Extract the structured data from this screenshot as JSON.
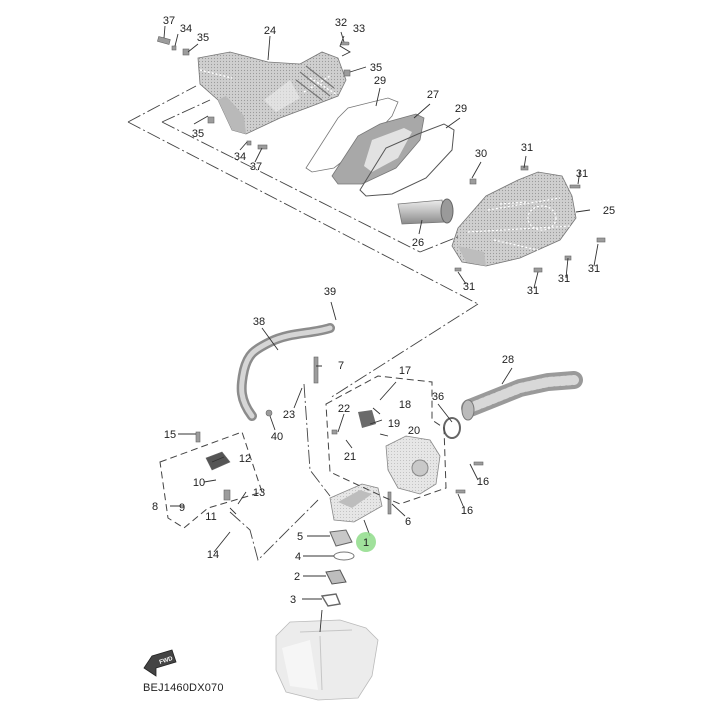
{
  "diagram": {
    "title": "Intake / Air Filter Assembly Exploded View",
    "diagram_code": "BEJ1460DX070",
    "fwd_label": "FWD",
    "highlight_color": "#8fdc8a",
    "highlighted_callout": "1",
    "callouts": [
      {
        "id": "c1",
        "num": "1"
      },
      {
        "id": "c2",
        "num": "2"
      },
      {
        "id": "c3",
        "num": "3"
      },
      {
        "id": "c4",
        "num": "4"
      },
      {
        "id": "c5",
        "num": "5"
      },
      {
        "id": "c6",
        "num": "6"
      },
      {
        "id": "c7",
        "num": "7"
      },
      {
        "id": "c8",
        "num": "8"
      },
      {
        "id": "c9",
        "num": "9"
      },
      {
        "id": "c10",
        "num": "10"
      },
      {
        "id": "c11",
        "num": "11"
      },
      {
        "id": "c12",
        "num": "12"
      },
      {
        "id": "c13",
        "num": "13"
      },
      {
        "id": "c14",
        "num": "14"
      },
      {
        "id": "c15",
        "num": "15"
      },
      {
        "id": "c16a",
        "num": "16"
      },
      {
        "id": "c16b",
        "num": "16"
      },
      {
        "id": "c17",
        "num": "17"
      },
      {
        "id": "c18",
        "num": "18"
      },
      {
        "id": "c19",
        "num": "19"
      },
      {
        "id": "c20",
        "num": "20"
      },
      {
        "id": "c21",
        "num": "21"
      },
      {
        "id": "c22",
        "num": "22"
      },
      {
        "id": "c23",
        "num": "23"
      },
      {
        "id": "c24",
        "num": "24"
      },
      {
        "id": "c25",
        "num": "25"
      },
      {
        "id": "c26",
        "num": "26"
      },
      {
        "id": "c27",
        "num": "27"
      },
      {
        "id": "c28",
        "num": "28"
      },
      {
        "id": "c29a",
        "num": "29"
      },
      {
        "id": "c29b",
        "num": "29"
      },
      {
        "id": "c30",
        "num": "30"
      },
      {
        "id": "c31a",
        "num": "31"
      },
      {
        "id": "c31b",
        "num": "31"
      },
      {
        "id": "c31c",
        "num": "31"
      },
      {
        "id": "c31d",
        "num": "31"
      },
      {
        "id": "c31e",
        "num": "31"
      },
      {
        "id": "c31f",
        "num": "31"
      },
      {
        "id": "c32",
        "num": "32"
      },
      {
        "id": "c33",
        "num": "33"
      },
      {
        "id": "c34a",
        "num": "34"
      },
      {
        "id": "c34b",
        "num": "34"
      },
      {
        "id": "c35a",
        "num": "35"
      },
      {
        "id": "c35b",
        "num": "35"
      },
      {
        "id": "c35c",
        "num": "35"
      },
      {
        "id": "c36",
        "num": "36"
      },
      {
        "id": "c37a",
        "num": "37"
      },
      {
        "id": "c37b",
        "num": "37"
      },
      {
        "id": "c38",
        "num": "38"
      },
      {
        "id": "c39",
        "num": "39"
      },
      {
        "id": "c40",
        "num": "40"
      }
    ]
  }
}
